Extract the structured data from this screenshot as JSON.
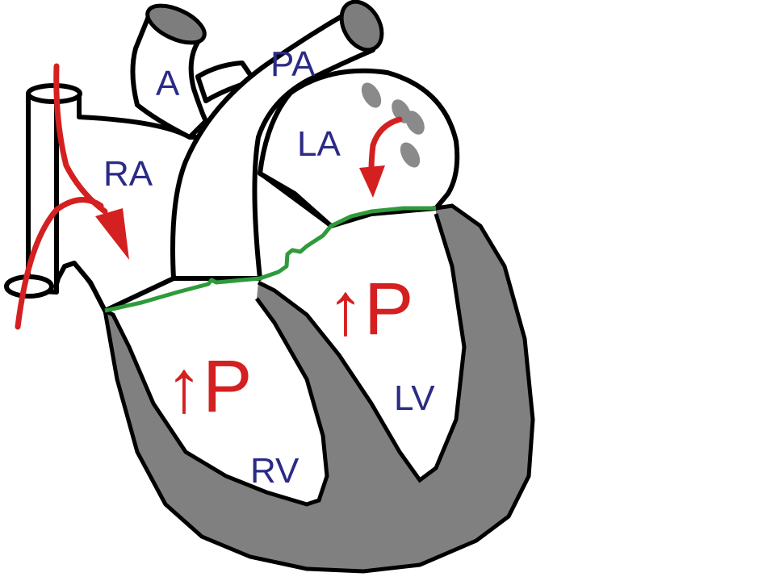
{
  "labels": {
    "a": "A",
    "pa": "PA",
    "ra": "RA",
    "la": "LA",
    "rv": "RV",
    "lv": "LV"
  },
  "pressure": {
    "right": "↑P",
    "left": "↑P"
  },
  "colors": {
    "flow_arrow": "#d42020",
    "valve_plane": "#2e9b3b",
    "chamber_label": "#2b2a86",
    "myocardium": "#808080"
  }
}
